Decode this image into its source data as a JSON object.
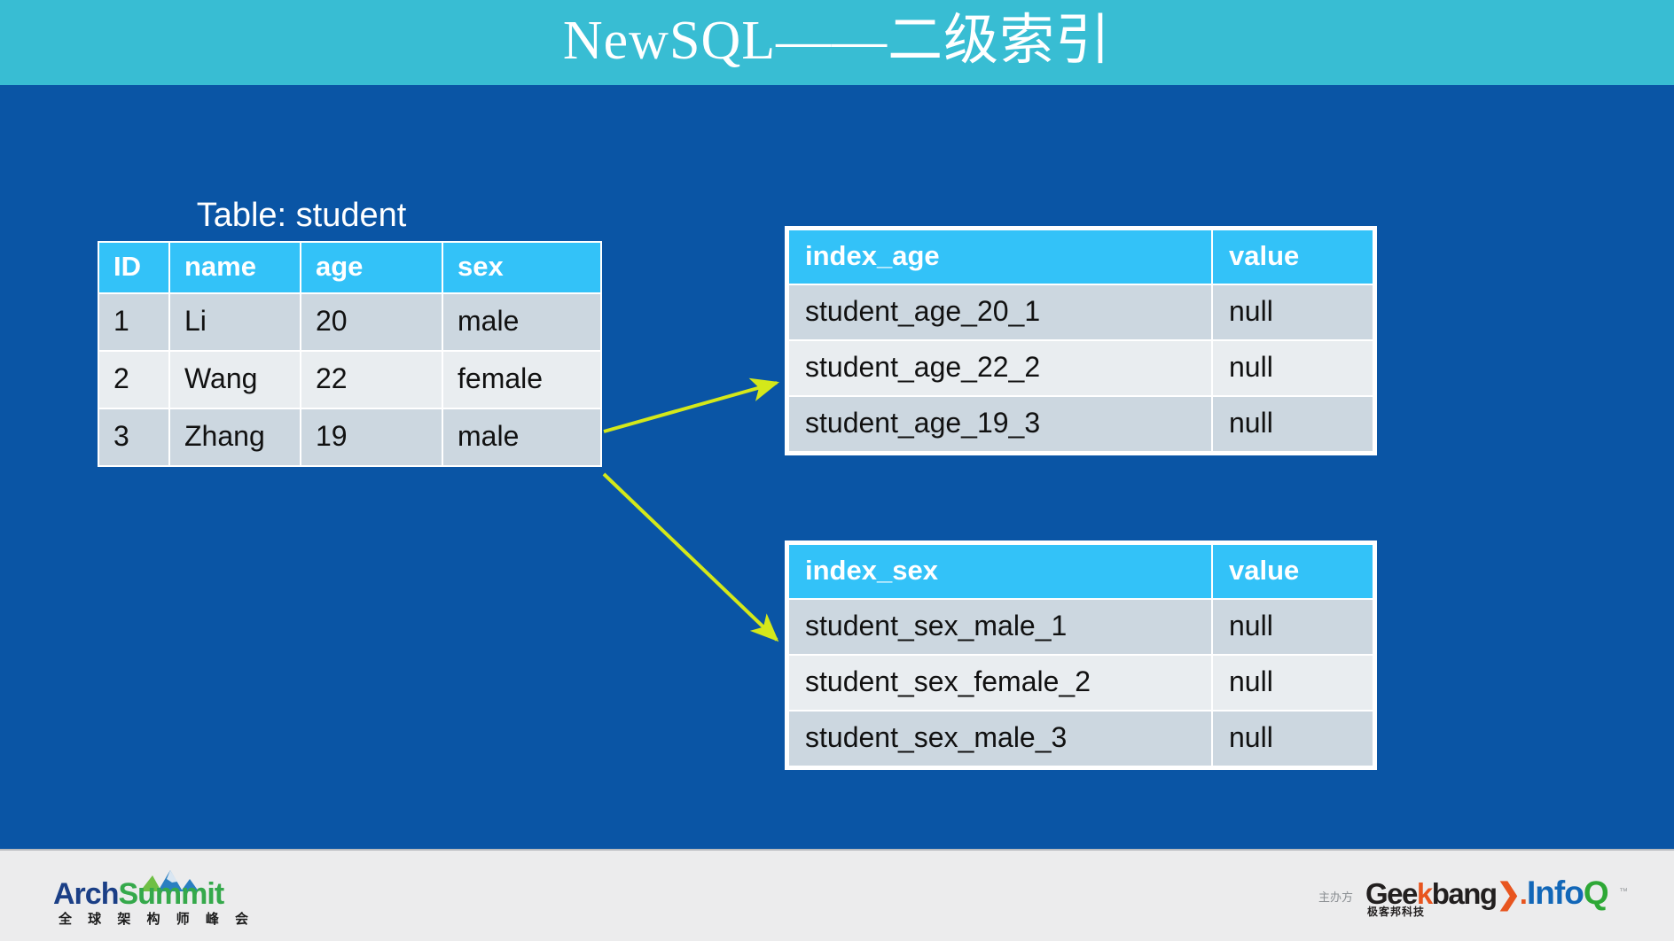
{
  "slide": {
    "title": "NewSQL——二级索引",
    "background_color": "#0a55a5",
    "title_band_color": "#38bdd3",
    "accent_color": "#33c2f8",
    "arrow_color": "#d4e81a"
  },
  "student_table": {
    "caption": "Table: student",
    "headers": [
      "ID",
      "name",
      "age",
      "sex"
    ],
    "rows": [
      [
        "1",
        "Li",
        "20",
        "male"
      ],
      [
        "2",
        "Wang",
        "22",
        "female"
      ],
      [
        "3",
        "Zhang",
        "19",
        "male"
      ]
    ]
  },
  "index_age_table": {
    "headers": [
      "index_age",
      "value"
    ],
    "rows": [
      [
        "student_age_20_1",
        "null"
      ],
      [
        "student_age_22_2",
        "null"
      ],
      [
        "student_age_19_3",
        "null"
      ]
    ]
  },
  "index_sex_table": {
    "headers": [
      "index_sex",
      "value"
    ],
    "rows": [
      [
        "student_sex_male_1",
        "null"
      ],
      [
        "student_sex_female_2",
        "null"
      ],
      [
        "student_sex_male_3",
        "null"
      ]
    ]
  },
  "footer": {
    "archsummit": {
      "word_a": "Arch",
      "word_b": "Summit",
      "subtitle": "全 球 架 构 师 峰 会"
    },
    "organizer_label": "主办方",
    "geekbang": {
      "part_1": "Gee",
      "part_k": "k",
      "part_2": "bang",
      "part_arrow": "❯.",
      "subtitle": "极客邦科技"
    },
    "infoq": {
      "part_1": "Info",
      "part_q": "Q",
      "tm": "™"
    }
  }
}
